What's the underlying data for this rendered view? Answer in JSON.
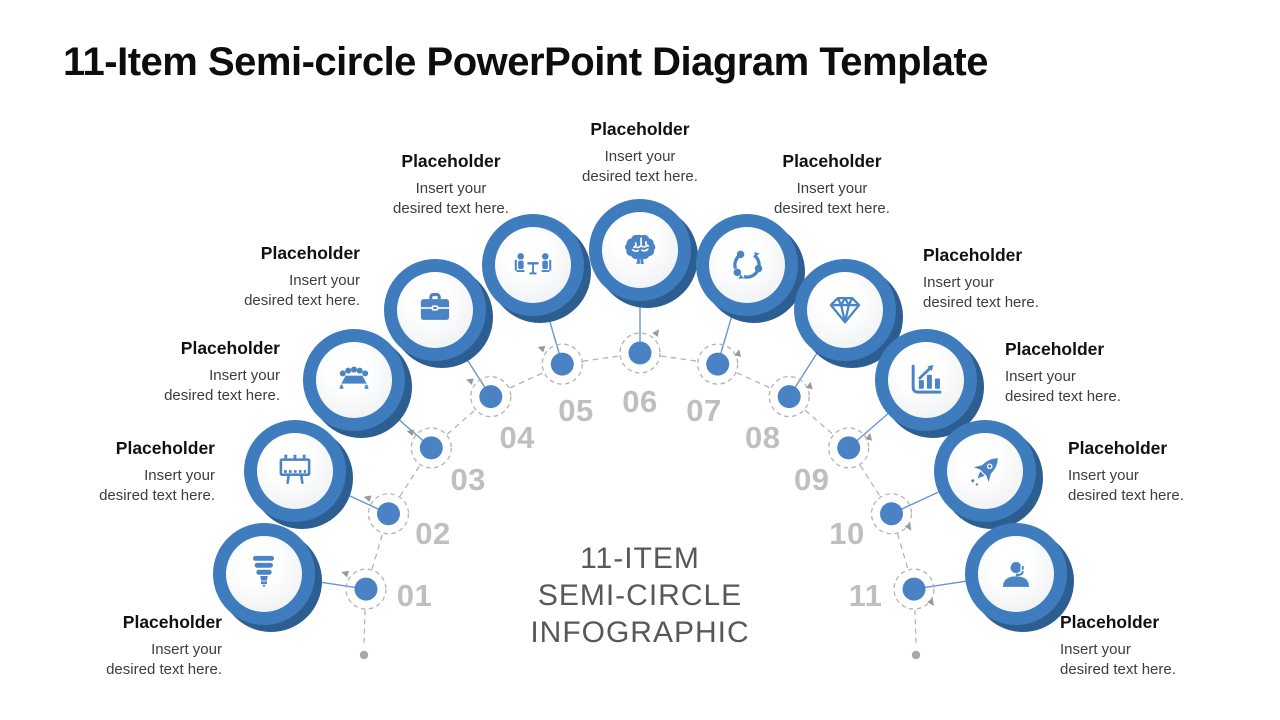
{
  "title": "11-Item Semi-circle PowerPoint Diagram Template",
  "center_label": "11-ITEM\nSEMI-CIRCLE\nINFOGRAPHIC",
  "colors": {
    "ring": "#3e7cbe",
    "ring_shadow": "#2d5e92",
    "icon": "#4a84c6",
    "node_dot": "#4a82c4",
    "connector": "#6596d0",
    "dashed": "#b3b3b3",
    "arrow": "#999999",
    "number": "#bfbfbf",
    "center_text": "#585858",
    "heading_text": "#111111",
    "body_text": "#3d3d3d",
    "end_dot": "#a9a9a9"
  },
  "items": [
    {
      "number": "01",
      "icon": "cfl-bulb",
      "heading": "Placeholder",
      "body": "Insert your\ndesired text here."
    },
    {
      "number": "02",
      "icon": "billboard",
      "heading": "Placeholder",
      "body": "Insert your\ndesired text here."
    },
    {
      "number": "03",
      "icon": "meeting-table",
      "heading": "Placeholder",
      "body": "Insert your\ndesired text here."
    },
    {
      "number": "04",
      "icon": "briefcase",
      "heading": "Placeholder",
      "body": "Insert your\ndesired text here."
    },
    {
      "number": "05",
      "icon": "interview",
      "heading": "Placeholder",
      "body": "Insert your\ndesired text here."
    },
    {
      "number": "06",
      "icon": "brain",
      "heading": "Placeholder",
      "body": "Insert your\ndesired text here."
    },
    {
      "number": "07",
      "icon": "cycle-process",
      "heading": "Placeholder",
      "body": "Insert your\ndesired text here."
    },
    {
      "number": "08",
      "icon": "diamond",
      "heading": "Placeholder",
      "body": "Insert your\ndesired text here."
    },
    {
      "number": "09",
      "icon": "growth-chart",
      "heading": "Placeholder",
      "body": "Insert your\ndesired text here."
    },
    {
      "number": "10",
      "icon": "rocket",
      "heading": "Placeholder",
      "body": "Insert your\ndesired text here."
    },
    {
      "number": "11",
      "icon": "support-agent",
      "heading": "Placeholder",
      "body": "Insert your\ndesired text here."
    }
  ]
}
